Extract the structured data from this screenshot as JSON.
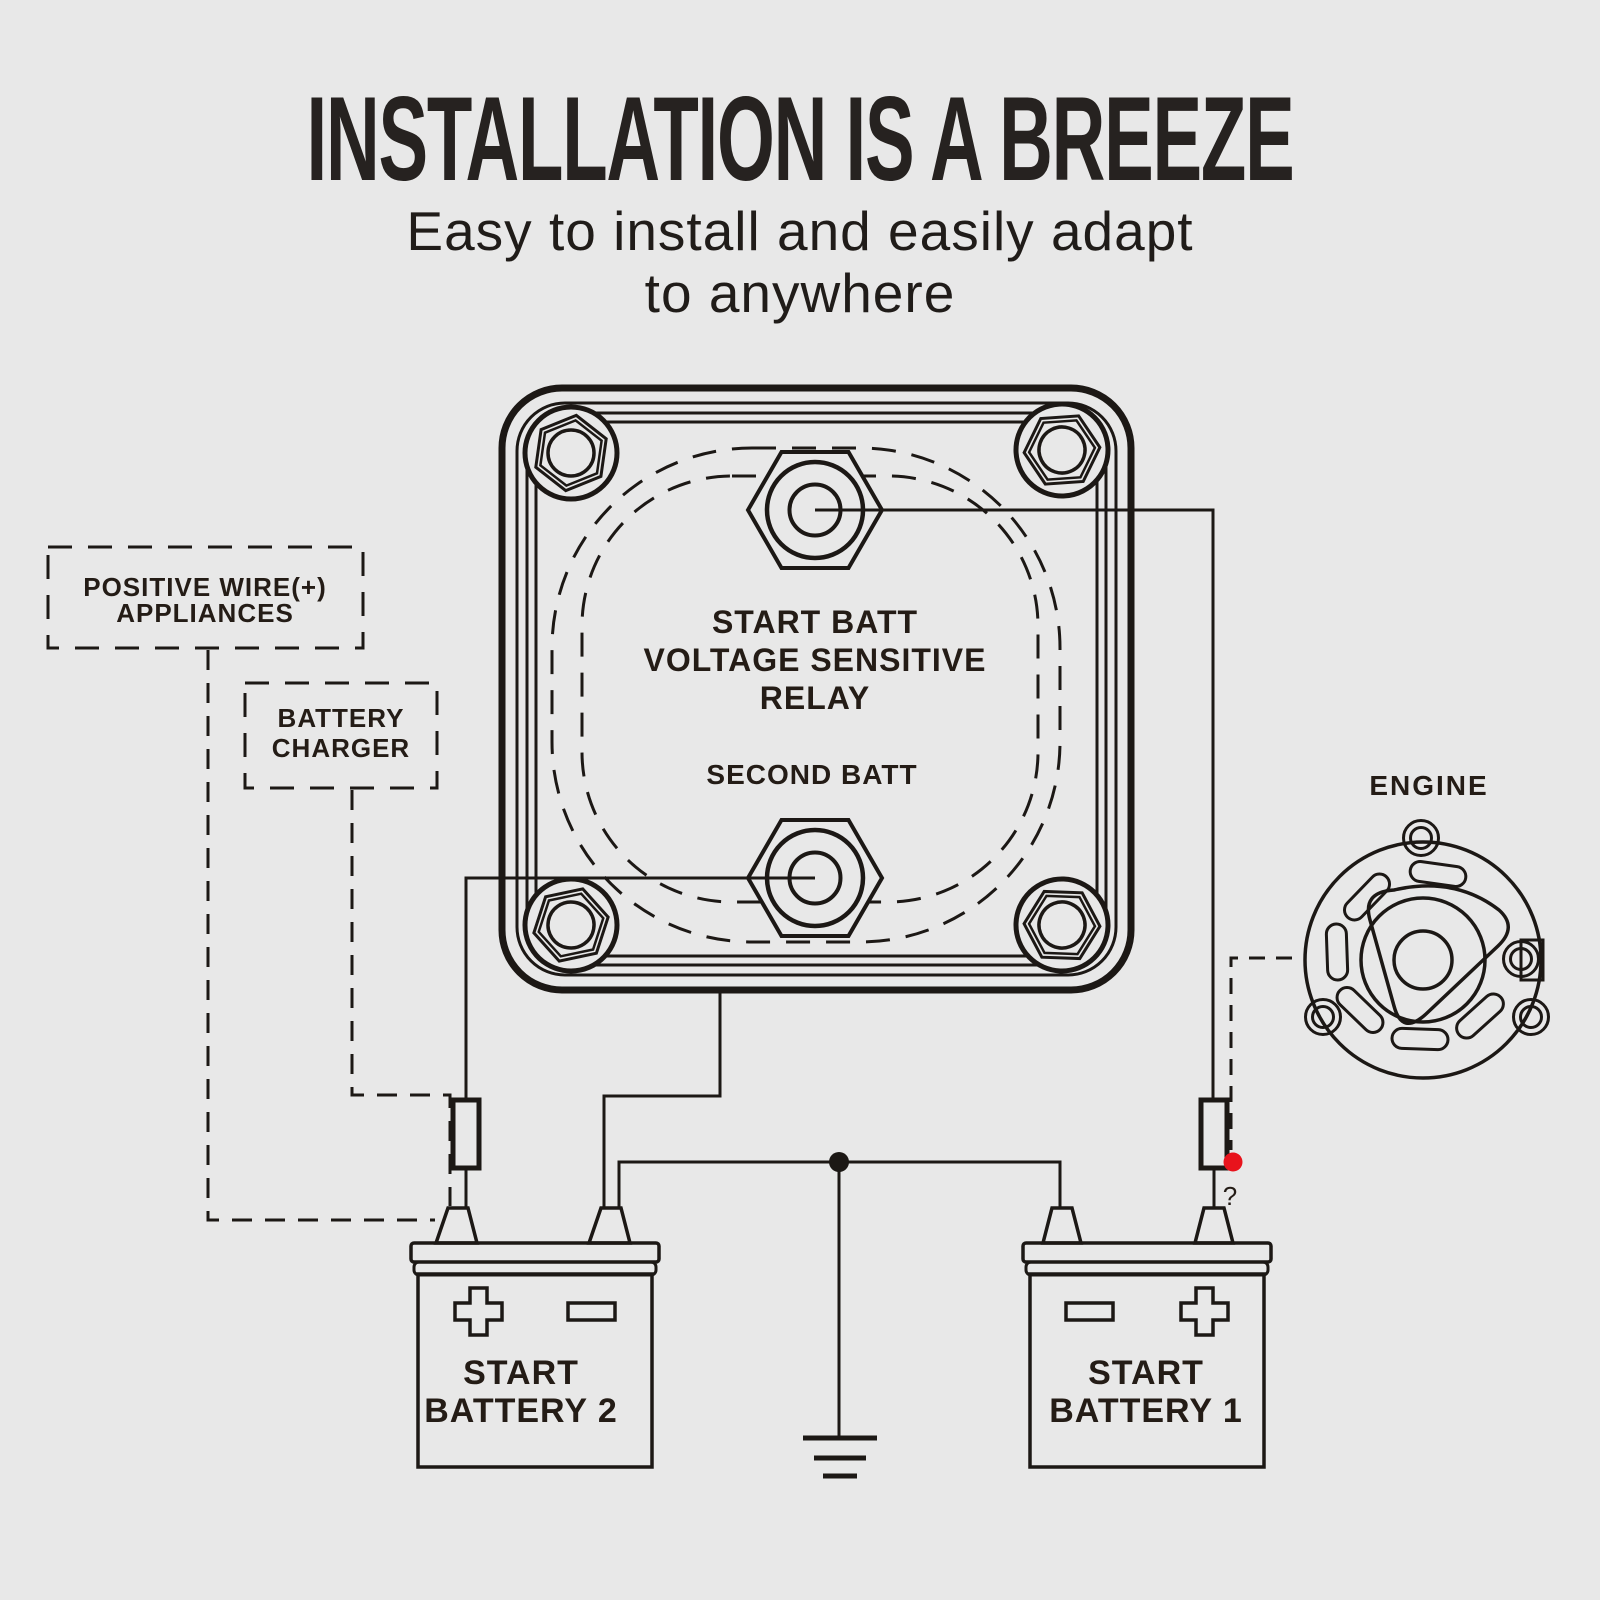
{
  "title": "INSTALLATION IS A BREEZE",
  "subtitle": [
    "Easy to install and easily adapt",
    "to anywhere"
  ],
  "relay": {
    "line1": "START BATT",
    "line2": "VOLTAGE SENSITIVE",
    "line3": "RELAY",
    "second_terminal_label": "SECOND BATT"
  },
  "callouts": {
    "appliances_line1": "POSITIVE WIRE(+)",
    "appliances_line2": "APPLIANCES",
    "charger_line1": "BATTERY",
    "charger_line2": "CHARGER",
    "engine": "ENGINE",
    "unknown_mark": "?"
  },
  "battery2": {
    "line1": "START",
    "line2": "BATTERY 2"
  },
  "battery1": {
    "line1": "START",
    "line2": "BATTERY 1"
  },
  "colors": {
    "background": "#e8e8e8",
    "ink": "#1c1815",
    "text_ink": "#241c16",
    "red_dot": "#e8131c"
  }
}
